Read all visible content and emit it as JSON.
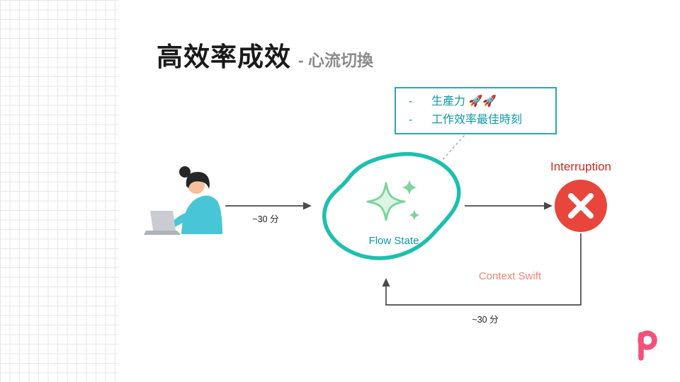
{
  "title": {
    "main": "高效率成效",
    "sub": "- 心流切換"
  },
  "callout": {
    "items": [
      {
        "dash": "-",
        "text": "生產力 🚀🚀"
      },
      {
        "dash": "-",
        "text": "工作效率最佳時刻"
      }
    ]
  },
  "diagram": {
    "flow_state_label": "Flow State",
    "to_flow_duration": "~30 分",
    "interruption_label": "Interruption",
    "context_switch_label": "Context Swift",
    "return_duration": "~30 分"
  },
  "icons": {
    "sparkles": "sparkles-icon",
    "error": "error-x-icon",
    "person": "person-at-laptop-illustration",
    "logo": "pink-p-logo"
  },
  "colors": {
    "teal-bright": "#1dbfae",
    "teal-border": "#2aa7b5",
    "teal-text": "#0f9aa8",
    "green": "#7ed49c",
    "green-light": "#ddf5e6",
    "red": "#e8463b",
    "red-text": "#d02c20",
    "salmon": "#ee8677",
    "pink": "#f2517b",
    "arrow": "#4a4a4a",
    "grid": "#e7e7e7",
    "title": "#1a1a1a",
    "subtitle": "#8b8b8b"
  }
}
